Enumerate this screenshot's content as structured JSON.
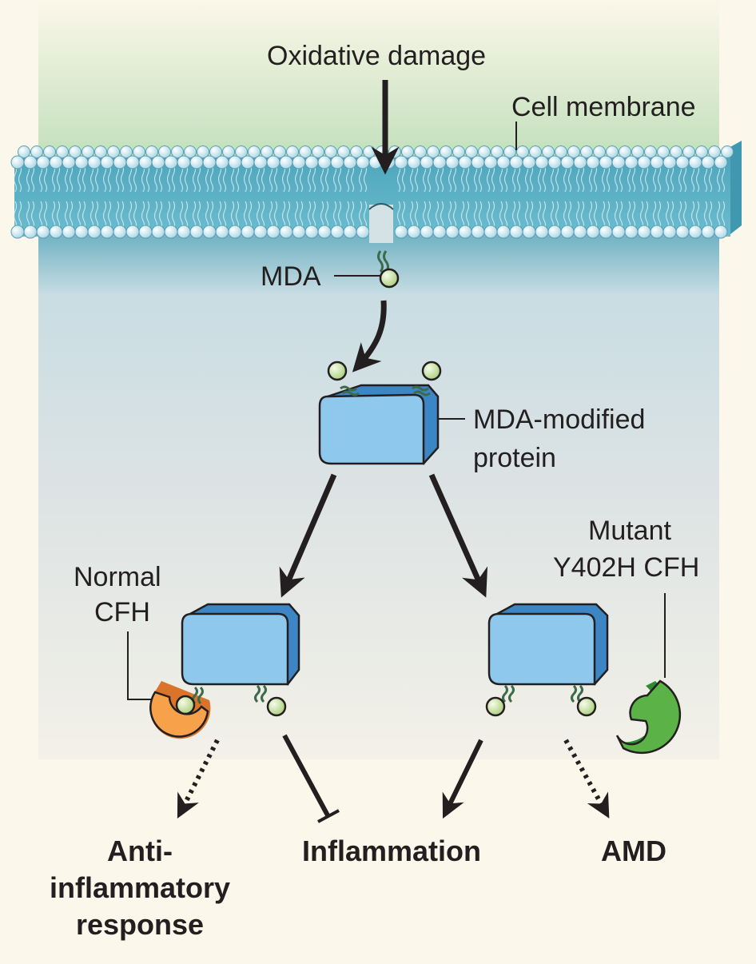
{
  "labels": {
    "oxidative_damage": "Oxidative damage",
    "cell_membrane": "Cell membrane",
    "mda": "MDA",
    "mda_modified_protein_line1": "MDA-modified",
    "mda_modified_protein_line2": "protein",
    "normal_cfh_line1": "Normal",
    "normal_cfh_line2": "CFH",
    "mutant_cfh_line1": "Mutant",
    "mutant_cfh_line2": "Y402H CFH",
    "anti_inflammatory_line1": "Anti-",
    "anti_inflammatory_line2": "inflammatory",
    "anti_inflammatory_line3": "response",
    "inflammation": "Inflammation",
    "amd": "AMD"
  },
  "colors": {
    "background": "#fbf7ea",
    "membrane_teal": "#5cb0c4",
    "membrane_head": "#d8eef4",
    "protein_blue": "#8ec8ec",
    "protein_blue_dark": "#3d86c6",
    "mda_green": "#d7eab0",
    "normal_cfh_orange": "#f7a24b",
    "mutant_cfh_green": "#5bb247",
    "arrow": "#231f20"
  }
}
